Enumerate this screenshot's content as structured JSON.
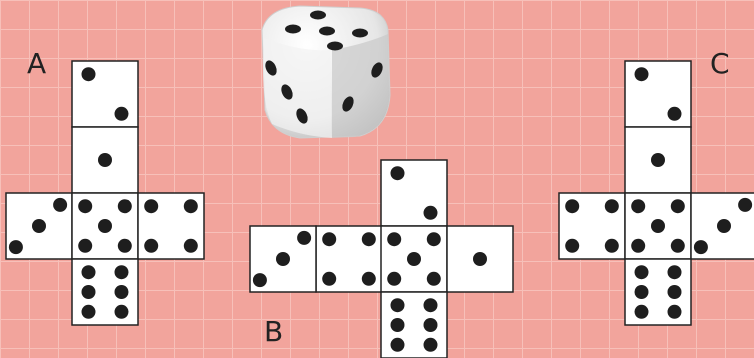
{
  "background": {
    "color": "#f2a49c",
    "grid_color": "#f7c0b9"
  },
  "colors": {
    "face": "#ffffff",
    "outline": "#222222",
    "pip": "#1e1e1e"
  },
  "labels": {
    "a": "A",
    "b": "B",
    "c": "C"
  },
  "die": {
    "description_icon": "3d-die-icon",
    "top_pips": 5,
    "left_pips": 3,
    "right_pips": 2
  },
  "nets": [
    {
      "name": "A",
      "faces": [
        2,
        1,
        3,
        5,
        4,
        6
      ]
    },
    {
      "name": "B",
      "faces": [
        2,
        4,
        5,
        3,
        1,
        6
      ]
    },
    {
      "name": "C",
      "faces": [
        2,
        1,
        4,
        5,
        3,
        6
      ]
    }
  ]
}
